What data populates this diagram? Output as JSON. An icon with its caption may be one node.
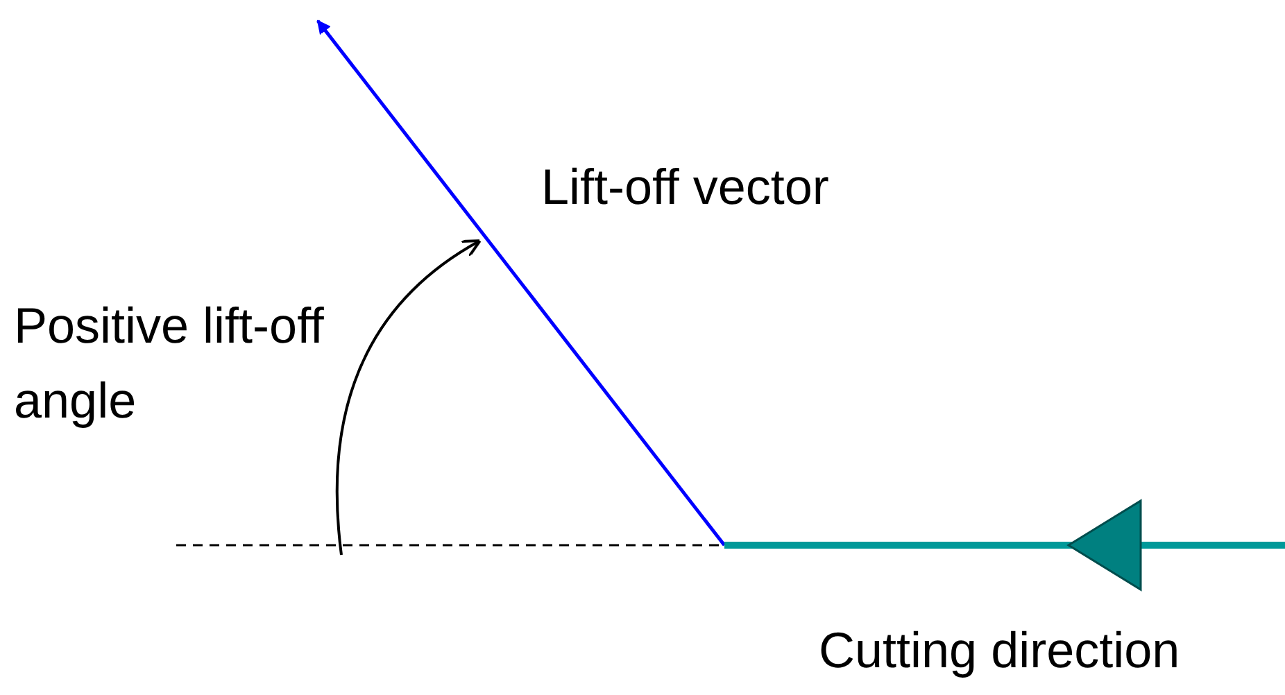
{
  "diagram": {
    "labels": [
      "Lift-off vector",
      "Positive lift-off angle",
      "Cutting direction"
    ]
  }
}
